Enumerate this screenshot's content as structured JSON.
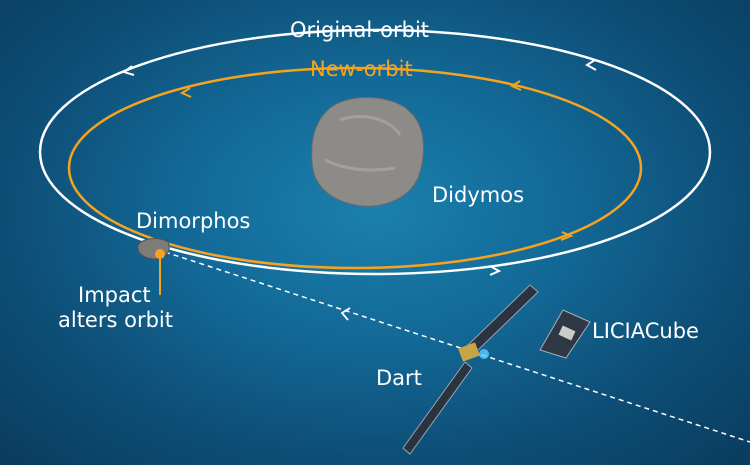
{
  "labels": {
    "original_orbit": "Original-orbit",
    "new_orbit": "New-orbit",
    "didymos": "Didymos",
    "dimorphos": "Dimorphos",
    "impact": "Impact",
    "impact_line2": "alters orbit",
    "dart": "Dart",
    "liciacube": "LICIACube"
  },
  "colors": {
    "original_orbit": "#ffffff",
    "new_orbit": "#f6a31e"
  }
}
